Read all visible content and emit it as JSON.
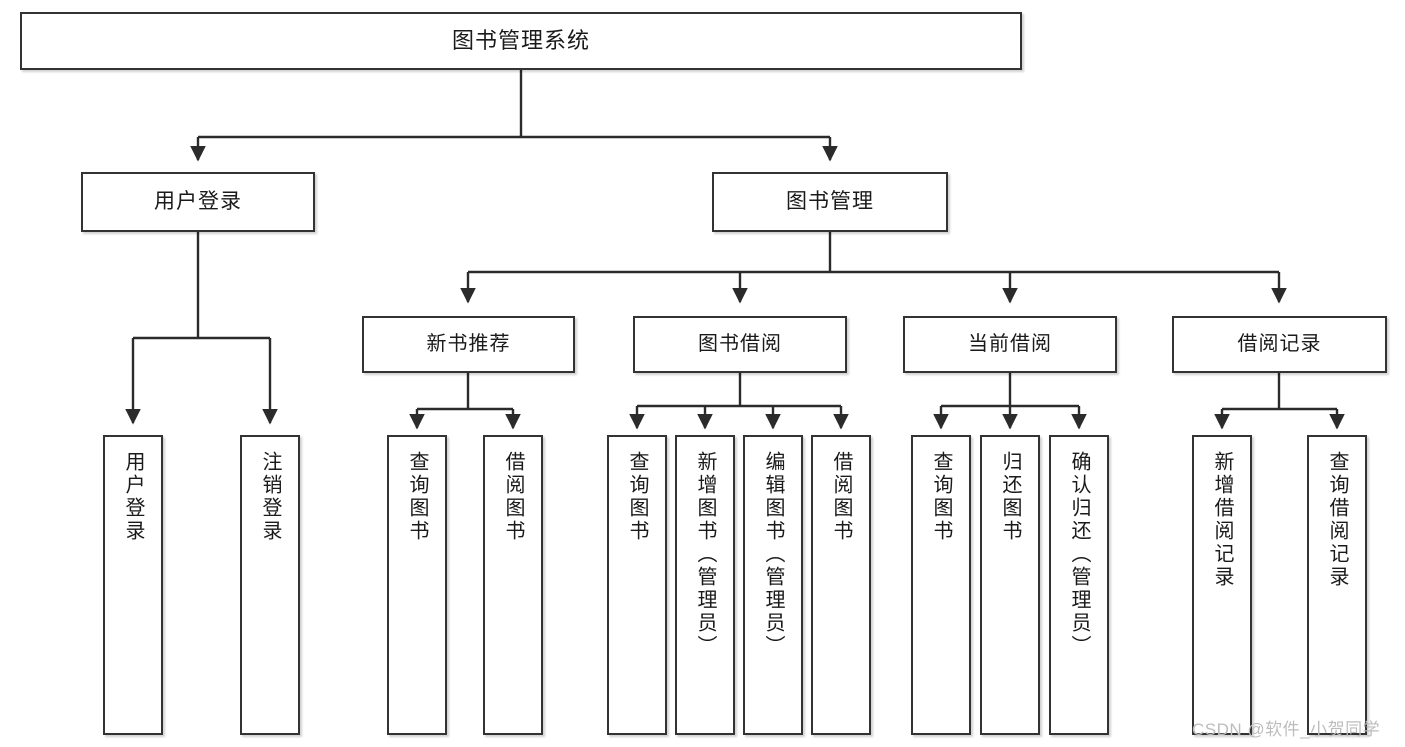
{
  "diagram": {
    "type": "tree-hierarchy",
    "title": "图书管理系统",
    "root": {
      "label": "图书管理系统"
    },
    "level2": [
      {
        "id": "user-login",
        "label": "用户登录"
      },
      {
        "id": "book-manage",
        "label": "图书管理"
      }
    ],
    "level3": [
      {
        "id": "new-book-recommend",
        "label": "新书推荐"
      },
      {
        "id": "book-borrow",
        "label": "图书借阅"
      },
      {
        "id": "current-borrow",
        "label": "当前借阅"
      },
      {
        "id": "borrow-record",
        "label": "借阅记录"
      }
    ],
    "leaves": {
      "user_login": [
        {
          "id": "leaf-user-login",
          "label": "用户登录"
        },
        {
          "id": "leaf-user-logout",
          "label": "注销登录"
        }
      ],
      "new_book_recommend": [
        {
          "id": "leaf-query-book-1",
          "label": "查询图书"
        },
        {
          "id": "leaf-borrow-book-1",
          "label": "借阅图书"
        }
      ],
      "book_borrow": [
        {
          "id": "leaf-query-book-2",
          "label": "查询图书"
        },
        {
          "id": "leaf-add-book",
          "label": "新增图书（管理员）"
        },
        {
          "id": "leaf-edit-book",
          "label": "编辑图书（管理员）"
        },
        {
          "id": "leaf-borrow-book-2",
          "label": "借阅图书"
        }
      ],
      "current_borrow": [
        {
          "id": "leaf-query-book-3",
          "label": "查询图书"
        },
        {
          "id": "leaf-return-book",
          "label": "归还图书"
        },
        {
          "id": "leaf-confirm-return",
          "label": "确认归还（管理员）"
        }
      ],
      "borrow_record": [
        {
          "id": "leaf-add-record",
          "label": "新增借阅记录"
        },
        {
          "id": "leaf-query-record",
          "label": "查询借阅记录"
        }
      ]
    }
  },
  "watermark": {
    "text": "CSDN @软件_小贺同学"
  },
  "colors": {
    "box_border": "#333333",
    "box_fill": "#ffffff",
    "text": "#1a1a1a",
    "connector": "#2b2b2b",
    "watermark": "#bdbdbd",
    "background": "#ffffff"
  }
}
